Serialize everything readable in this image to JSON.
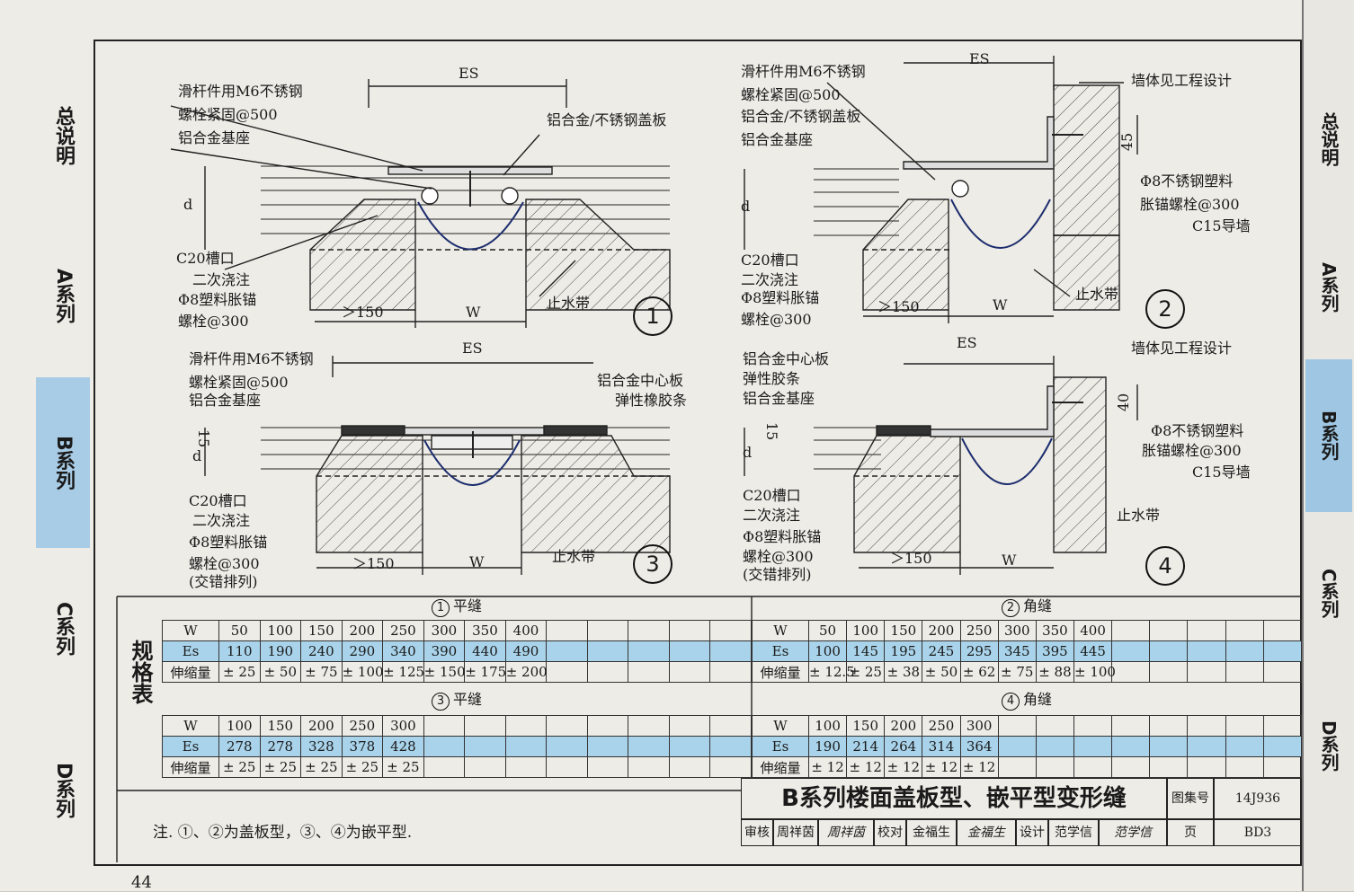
{
  "side_tabs": [
    {
      "label": "总说明",
      "shaded": false
    },
    {
      "label": "A系列",
      "shaded": false
    },
    {
      "label": "B系列",
      "shaded": true
    },
    {
      "label": "C系列",
      "shaded": false
    },
    {
      "label": "D系列",
      "shaded": false
    }
  ],
  "right_tabs": [
    {
      "label": "总说明",
      "shaded": false
    },
    {
      "label": "A系列",
      "shaded": false
    },
    {
      "label": "B系列",
      "shaded": true
    },
    {
      "label": "C系列",
      "shaded": false
    },
    {
      "label": "D系列",
      "shaded": false
    }
  ],
  "diagrams": {
    "d1": {
      "number": "1",
      "es": "ES",
      "w": "W",
      "d": "d",
      "gt150": "＞150",
      "labels": [
        "滑杆件用M6不锈钢",
        "螺栓紧固@500",
        "铝合金基座"
      ],
      "cover": "铝合金/不锈钢盖板",
      "bottom_labels": [
        "C20槽口",
        "二次浇注",
        "Φ8塑料胀锚",
        "螺栓@300"
      ],
      "waterstop": "止水带"
    },
    "d2": {
      "number": "2",
      "es": "ES",
      "w": "W",
      "d": "d",
      "gt150": "＞150",
      "dim45": "45",
      "labels": [
        "滑杆件用M6不锈钢",
        "螺栓紧固@500",
        "铝合金/不锈钢盖板",
        "铝合金基座"
      ],
      "wall": "墙体见工程设计",
      "anchor_labels": [
        "Φ8不锈钢塑料",
        "胀锚螺栓@300",
        "C15导墙"
      ],
      "bottom_labels": [
        "C20槽口",
        "二次浇注",
        "Φ8塑料胀锚",
        "螺栓@300"
      ],
      "waterstop": "止水带"
    },
    "d3": {
      "number": "3",
      "es": "ES",
      "w": "W",
      "d": "d",
      "gt150": "＞150",
      "dim15": "15",
      "labels": [
        "滑杆件用M6不锈钢",
        "螺栓紧固@500",
        "铝合金基座"
      ],
      "right_labels": [
        "铝合金中心板",
        "弹性橡胶条"
      ],
      "bottom_labels": [
        "C20槽口",
        "二次浇注",
        "Φ8塑料胀锚",
        "螺栓@300",
        "(交错排列)"
      ],
      "waterstop": "止水带"
    },
    "d4": {
      "number": "4",
      "es": "ES",
      "w": "W",
      "d": "d",
      "gt150": "＞150",
      "dim15": "15",
      "dim40": "40",
      "labels": [
        "铝合金中心板",
        "弹性胶条",
        "铝合金基座"
      ],
      "wall": "墙体见工程设计",
      "anchor_labels": [
        "Φ8不锈钢塑料",
        "胀锚螺栓@300",
        "C15导墙"
      ],
      "bottom_labels": [
        "C20槽口",
        "二次浇注",
        "Φ8塑料胀锚",
        "螺栓@300",
        "(交错排列)"
      ],
      "waterstop": "止水带"
    }
  },
  "spec_label": "规格表",
  "tables": {
    "t1": {
      "num": "1",
      "title": "平缝",
      "rows": [
        [
          "W",
          "50",
          "100",
          "150",
          "200",
          "250",
          "300",
          "350",
          "400"
        ],
        [
          "Es",
          "110",
          "190",
          "240",
          "290",
          "340",
          "390",
          "440",
          "490"
        ],
        [
          "伸缩量",
          "± 25",
          "± 50",
          "± 75",
          "± 100",
          "± 125",
          "± 150",
          "± 175",
          "± 200"
        ]
      ]
    },
    "t2": {
      "num": "2",
      "title": "角缝",
      "rows": [
        [
          "W",
          "50",
          "100",
          "150",
          "200",
          "250",
          "300",
          "350",
          "400"
        ],
        [
          "Es",
          "100",
          "145",
          "195",
          "245",
          "295",
          "345",
          "395",
          "445"
        ],
        [
          "伸缩量",
          "± 12.5",
          "± 25",
          "± 38",
          "± 50",
          "± 62",
          "± 75",
          "± 88",
          "± 100"
        ]
      ]
    },
    "t3": {
      "num": "3",
      "title": "平缝",
      "rows": [
        [
          "W",
          "100",
          "150",
          "200",
          "250",
          "300"
        ],
        [
          "Es",
          "278",
          "278",
          "328",
          "378",
          "428"
        ],
        [
          "伸缩量",
          "± 25",
          "± 25",
          "± 25",
          "± 25",
          "± 25"
        ]
      ]
    },
    "t4": {
      "num": "4",
      "title": "角缝",
      "rows": [
        [
          "W",
          "100",
          "150",
          "200",
          "250",
          "300"
        ],
        [
          "Es",
          "190",
          "214",
          "264",
          "314",
          "364"
        ],
        [
          "伸缩量",
          "± 12",
          "± 12",
          "± 12",
          "± 12",
          "± 12"
        ]
      ]
    }
  },
  "title_block": {
    "title": "B系列楼面盖板型、嵌平型变形缝",
    "atlas_label": "图集号",
    "atlas_no": "14J936",
    "page_label": "页",
    "page_no": "BD3",
    "signatures": [
      "审核",
      "周祥茵",
      "周祥茵",
      "校对",
      "金福生",
      "金福生",
      "设计",
      "范学信",
      "范学信"
    ]
  },
  "note": "注. ①、②为盖板型，③、④为嵌平型.",
  "page_number": "44"
}
